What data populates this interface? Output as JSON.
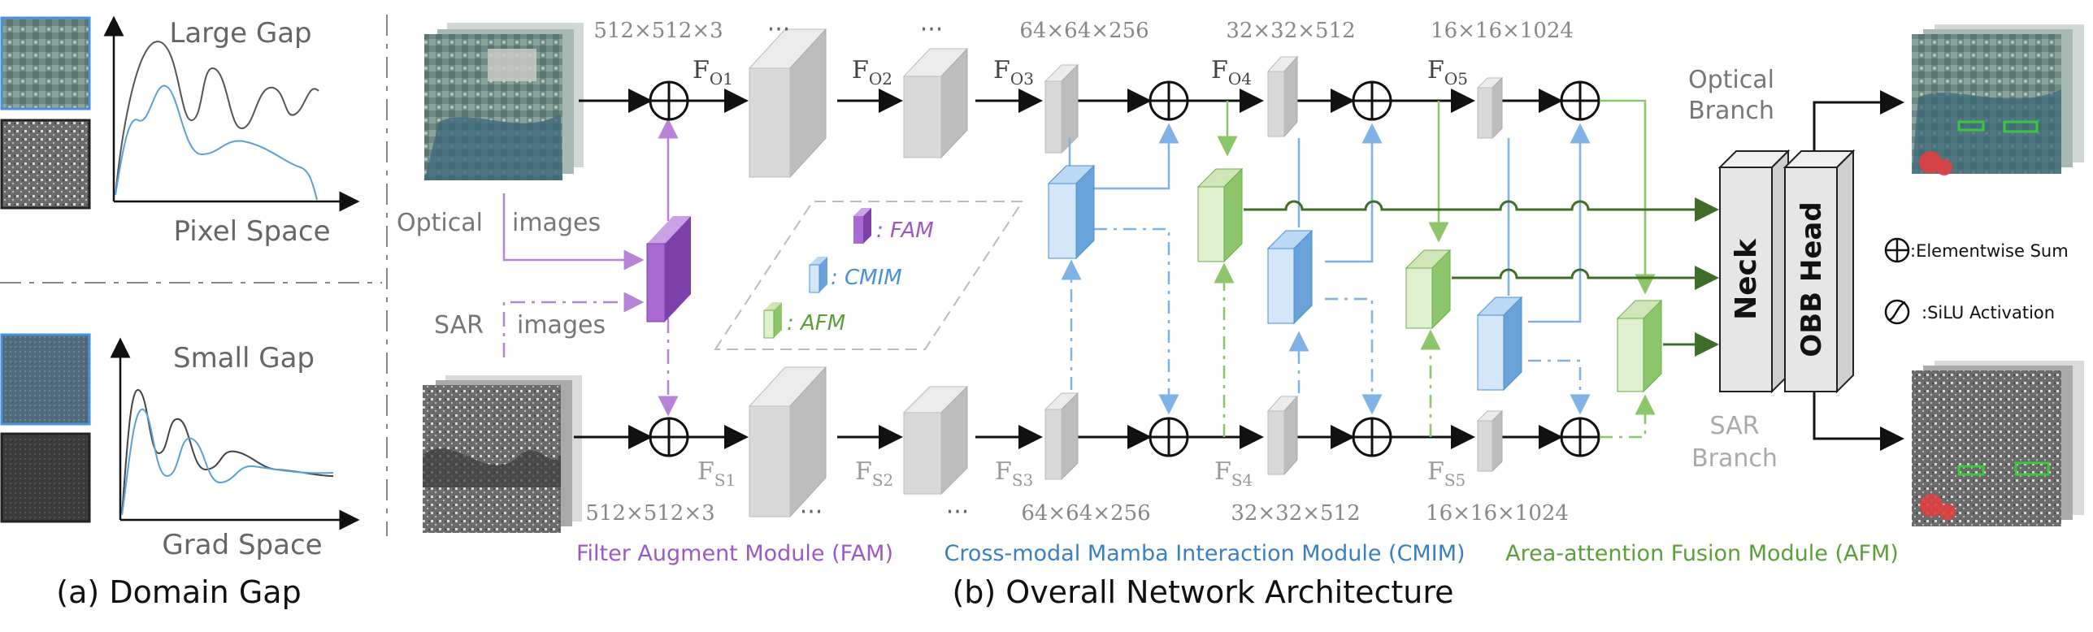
{
  "panel_a": {
    "top_label": "Large Gap",
    "top_axis": "Pixel Space",
    "bottom_label": "Small Gap",
    "bottom_axis": "Grad Space",
    "caption": "(a) Domain Gap"
  },
  "panel_b": {
    "caption": "(b) Overall Network Architecture",
    "optical_images": "Optical",
    "optical_images_suffix": "images",
    "sar_images": "SAR",
    "sar_images_suffix": "images",
    "dims_top": [
      "512×512×3",
      "64×64×256",
      "32×32×512",
      "16×16×1024"
    ],
    "dims_bottom": [
      "512×512×3",
      "64×64×256",
      "32×32×512",
      "16×16×1024"
    ],
    "features_optical": [
      "F",
      "F",
      "F",
      "F",
      "F"
    ],
    "features_optical_sub": [
      "O1",
      "O2",
      "O3",
      "O4",
      "O5"
    ],
    "features_sar": [
      "F",
      "F",
      "F",
      "F",
      "F"
    ],
    "features_sar_sub": [
      "S1",
      "S2",
      "S3",
      "S4",
      "S5"
    ],
    "ellipsis": "···",
    "optical_branch": [
      "Optical",
      "Branch"
    ],
    "sar_branch": [
      "SAR",
      "Branch"
    ],
    "neck": "Neck",
    "head": "OBB Head",
    "legend": {
      "fam": ": FAM",
      "cmim": ": CMIM",
      "afm": ": AFM"
    },
    "symbols": {
      "sum": ":Elementwise Sum",
      "silu": ":SiLU Activation"
    },
    "modules": {
      "fam": "Filter Augment Module (FAM)",
      "cmim": "Cross-modal Mamba Interaction Module (CMIM)",
      "afm": "Area-attention Fusion Module (AFM)"
    }
  },
  "colors": {
    "fam": "#9b59c6",
    "cmim": "#4a90d9",
    "afm": "#5c9e3a",
    "dark_green": "#3f6e2a",
    "gray_block": "#d8d8d8"
  }
}
